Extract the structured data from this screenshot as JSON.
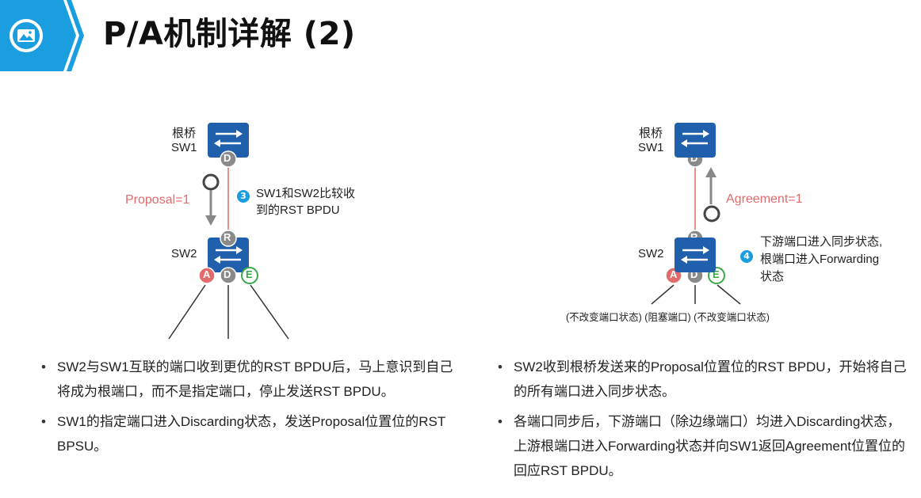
{
  "page": {
    "title": "P/A机制详解 (2)"
  },
  "header": {
    "icon": "image-icon"
  },
  "left": {
    "root_label_1": "根桥",
    "root_label_2": "SW1",
    "sw2_label": "SW2",
    "message": "Proposal=1",
    "step_num": "3",
    "step_text_1": "SW1和SW2比较收",
    "step_text_2": "到的RST BPDU",
    "port_d": "D",
    "port_r": "R",
    "port_a": "A",
    "port_e": "E",
    "bullets": [
      "SW2与SW1互联的端口收到更优的RST  BPDU后，马上意识到自己将成为根端口，而不是指定端口，停止发送RST  BPDU。",
      "SW1的指定端口进入Discarding状态，发送Proposal位置位的RST  BPSU。"
    ]
  },
  "right": {
    "root_label_1": "根桥",
    "root_label_2": "SW1",
    "sw2_label": "SW2",
    "message": "Agreement=1",
    "step_num": "4",
    "step_text_1": "下游端口进入同步状态,",
    "step_text_2": "根端口进入Forwarding",
    "step_text_3": "状态",
    "port_d": "D",
    "port_r": "R",
    "port_a": "A",
    "port_e": "E",
    "state_line": "(不改变端口状态) (阻塞端口) (不改变端口状态)",
    "bullets": [
      "SW2收到根桥发送来的Proposal位置位的RST  BPDU，开始将自己的所有端口进入同步状态。",
      "各端口同步后，下游端口（除边缘端口）均进入Discarding状态，上游根端口进入Forwarding状态并向SW1返回Agreement位置位的回应RST  BPDU。"
    ]
  },
  "colors": {
    "accent": "#1a9ee0",
    "switch": "#1f5fab",
    "port_gray": "#8a8a8a",
    "port_a": "#e26b6b",
    "port_e": "#3aa64a",
    "link_red": "#e8908a"
  }
}
